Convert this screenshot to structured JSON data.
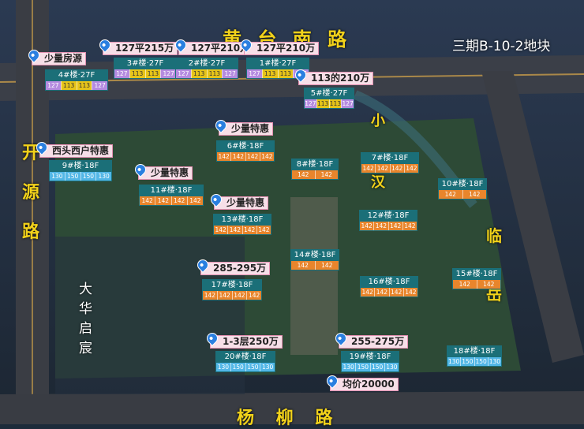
{
  "roads": {
    "north": "黄 台 南 路",
    "south": "杨 柳 路",
    "west": "开 源 路",
    "east": "临 岳",
    "east_small": "小 汉",
    "inner_west": "大 华 启 宸"
  },
  "block_label": "三期B-10-2地块",
  "colors": {
    "teal": "#1b6f78",
    "lavender": "#b58be0",
    "yellow": "#e6c419",
    "orange": "#e8852c",
    "blue": "#52b7e6",
    "pink": "#f7dfe8"
  },
  "buildings": {
    "b4": {
      "name": "4#楼·27F",
      "units": [
        "127",
        "113",
        "113",
        "127"
      ]
    },
    "b3": {
      "name": "3#楼·27F",
      "units": [
        "127",
        "113",
        "113",
        "127"
      ]
    },
    "b2": {
      "name": "2#楼·27F",
      "units": [
        "127",
        "113",
        "113",
        "127"
      ]
    },
    "b1": {
      "name": "1#楼·27F",
      "units": [
        "127",
        "113",
        "113",
        "127"
      ]
    },
    "b5": {
      "name": "5#楼·27F",
      "units": [
        "127",
        "113",
        "113",
        "127"
      ]
    },
    "b6": {
      "name": "6#楼·18F",
      "units": [
        "142",
        "142",
        "142",
        "142"
      ]
    },
    "b7": {
      "name": "7#楼·18F",
      "units": [
        "142",
        "142",
        "142",
        "142"
      ]
    },
    "b8": {
      "name": "8#楼·18F",
      "units": [
        "142",
        "142"
      ]
    },
    "b9": {
      "name": "9#楼·18F",
      "units": [
        "130",
        "150",
        "150",
        "130"
      ]
    },
    "b10": {
      "name": "10#楼·18F",
      "units": [
        "142",
        "142"
      ]
    },
    "b11": {
      "name": "11#楼·18F",
      "units": [
        "142",
        "142",
        "142",
        "142"
      ]
    },
    "b12": {
      "name": "12#楼·18F",
      "units": [
        "142",
        "142",
        "142",
        "142"
      ]
    },
    "b13": {
      "name": "13#楼·18F",
      "units": [
        "142",
        "142",
        "142",
        "142"
      ]
    },
    "b14": {
      "name": "14#楼·18F",
      "units": [
        "142",
        "142"
      ]
    },
    "b15": {
      "name": "15#楼·18F",
      "units": [
        "142",
        "142"
      ]
    },
    "b16": {
      "name": "16#楼·18F",
      "units": [
        "142",
        "142",
        "142",
        "142"
      ]
    },
    "b17": {
      "name": "17#楼·18F",
      "units": [
        "142",
        "142",
        "142",
        "142"
      ]
    },
    "b18": {
      "name": "18#楼·18F",
      "units": [
        "130",
        "150",
        "150",
        "130"
      ]
    },
    "b19": {
      "name": "19#楼·18F",
      "units": [
        "130",
        "150",
        "150",
        "130"
      ]
    },
    "b20": {
      "name": "20#楼·18F",
      "units": [
        "130",
        "150",
        "150",
        "130"
      ]
    }
  },
  "tags": {
    "t4": "少量房源",
    "t3": "127平215万",
    "t2": "127平210万",
    "t1": "127平210万",
    "t5": "113的210万",
    "t6": "少量特惠",
    "t9": "西头西户特惠",
    "t11": "少量特惠",
    "t13": "少量特惠",
    "t17": "285-295万",
    "t20": "1-3层250万",
    "t19": "255-275万",
    "avg": "均价20000"
  }
}
